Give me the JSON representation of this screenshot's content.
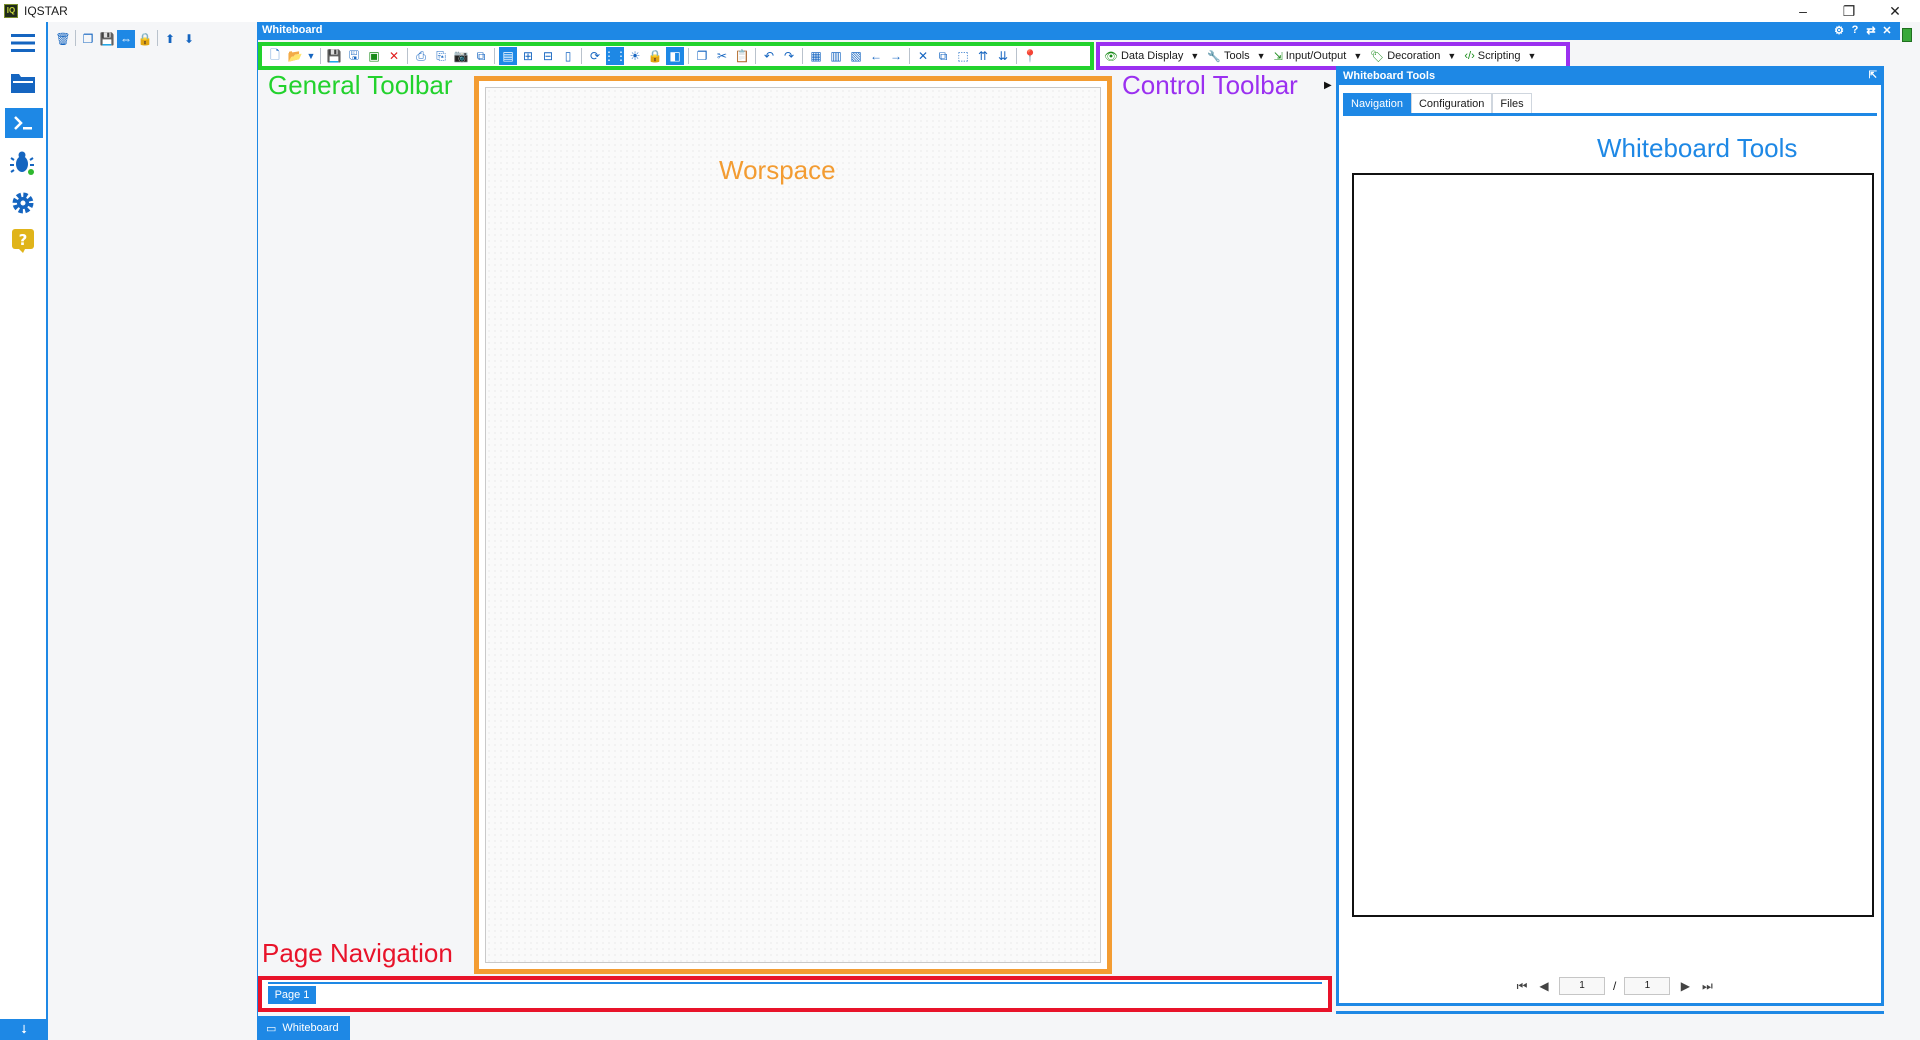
{
  "app": {
    "title": "IQSTAR",
    "logo": "IQ"
  },
  "window_controls": {
    "minimize": "–",
    "restore": "❐",
    "close": "✕"
  },
  "whiteboard": {
    "title": "Whiteboard"
  },
  "annotations": {
    "general_toolbar": "General Toolbar",
    "control_toolbar": "Control Toolbar",
    "workspace": "Worspace",
    "whiteboard_tools": "Whiteboard Tools",
    "page_navigation": "Page Navigation"
  },
  "control_toolbar": {
    "items": [
      {
        "label": "Data Display",
        "icon": "eye-icon"
      },
      {
        "label": "Tools",
        "icon": "wrench-icon"
      },
      {
        "label": "Input/Output",
        "icon": "input-output-icon"
      },
      {
        "label": "Decoration",
        "icon": "tag-icon"
      },
      {
        "label": "Scripting",
        "icon": "code-icon"
      }
    ]
  },
  "tools_panel": {
    "title": "Whiteboard Tools",
    "tabs": [
      {
        "label": "Navigation",
        "selected": true
      },
      {
        "label": "Configuration",
        "selected": false
      },
      {
        "label": "Files",
        "selected": false
      }
    ],
    "nav": {
      "current": "1",
      "separator": "/",
      "total": "1"
    }
  },
  "page_nav": {
    "page_tab": "Page 1"
  },
  "doc_tab": {
    "label": "Whiteboard"
  },
  "colors": {
    "accent": "#1e88e5",
    "green_box": "#22d22d",
    "purple_box": "#9b30f0",
    "orange_box": "#f39c32",
    "red_box": "#e8132a"
  }
}
